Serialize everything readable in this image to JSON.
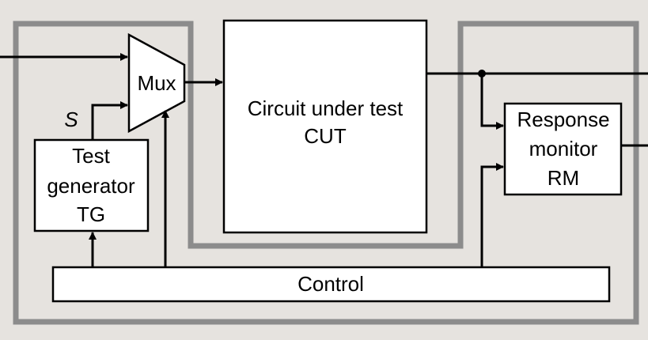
{
  "blocks": {
    "mux": "Mux",
    "cut": {
      "line1": "Circuit under test",
      "line2": "CUT"
    },
    "test_generator": {
      "line1": "Test",
      "line2": "generator",
      "line3": "TG"
    },
    "response_monitor": {
      "line1": "Response",
      "line2": "monitor",
      "line3": "RM"
    },
    "control": "Control"
  },
  "signals": {
    "select": "S"
  },
  "colors": {
    "background": "#e6e3df",
    "boundary": "#8c8c8c",
    "block_fill": "#ffffff",
    "line": "#000000"
  }
}
